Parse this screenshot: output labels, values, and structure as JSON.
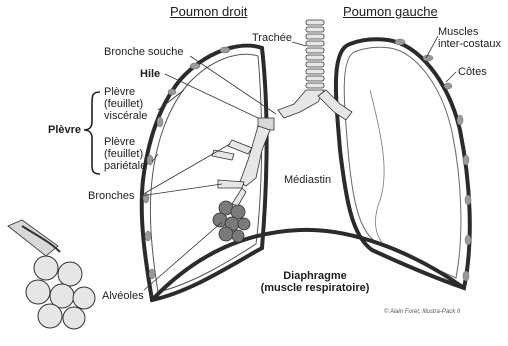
{
  "titles": {
    "right_lung": "Poumon droit",
    "left_lung": "Poumon gauche"
  },
  "labels": {
    "trachea": "Trachée",
    "main_bronchus": "Bronche souche",
    "hilum": "Hile",
    "visceral_pleura": [
      "Plèvre",
      "(feuillet)",
      "viscérale"
    ],
    "pleura": "Plèvre",
    "parietal_pleura": [
      "Plèvre",
      "(feuillet)",
      "pariétale"
    ],
    "bronchi": "Bronches",
    "alveoli": "Alvéoles",
    "mediastinum": "Médiastin",
    "diaphragm": [
      "Diaphragme",
      "(muscle respiratoire)"
    ],
    "intercostal_muscles": [
      "Muscles",
      "inter-costaux"
    ],
    "ribs": "Côtes"
  },
  "credit": "© Alain Foret, Illustra-Pack II",
  "colors": {
    "outline": "#2b2b2b",
    "rib": "#9a9a9a",
    "airway": "#e6e6e6",
    "alveoli": "#7a7a7a"
  }
}
